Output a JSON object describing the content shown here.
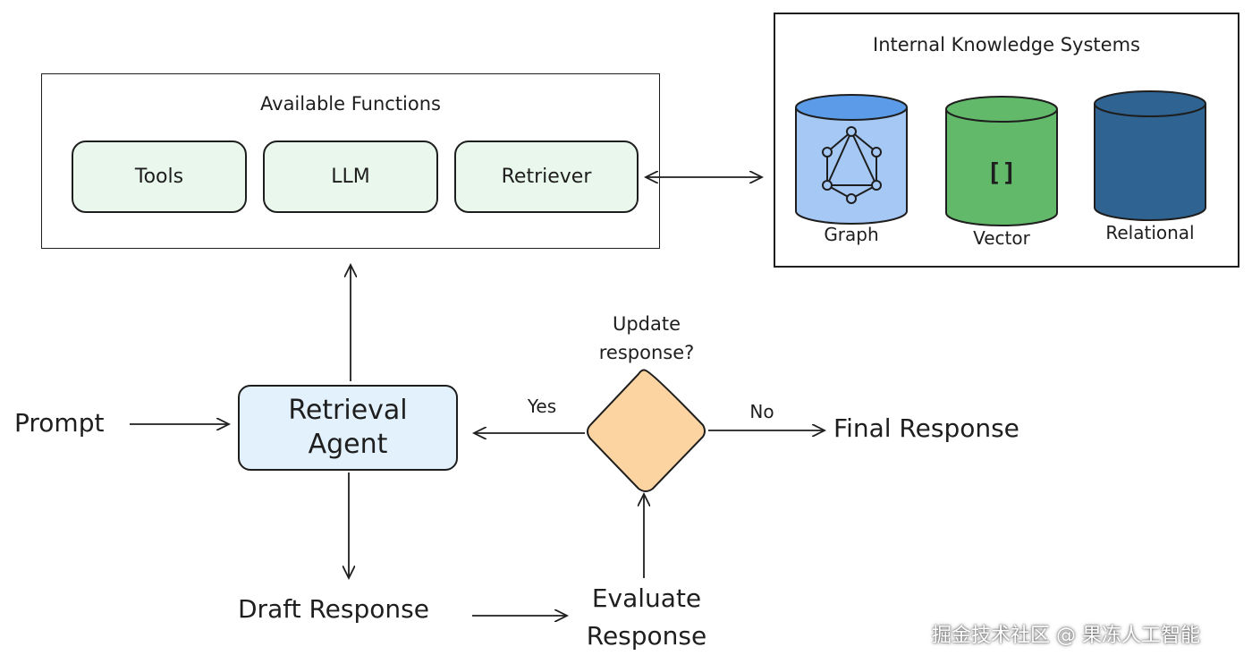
{
  "functions": {
    "title": "Available Functions",
    "items": [
      "Tools",
      "LLM",
      "Retriever"
    ]
  },
  "knowledge": {
    "title": "Internal Knowledge Systems",
    "stores": [
      {
        "label": "Graph",
        "icon": "graph-icon",
        "color": "#a5c8f5",
        "top_color": "#5b9be8"
      },
      {
        "label": "Vector",
        "icon": "brackets-icon",
        "color": "#62b96a",
        "top_color": "#62b96a"
      },
      {
        "label": "Relational",
        "icon": "none",
        "color": "#2f6391",
        "top_color": "#2f6391"
      }
    ],
    "vector_glyph": "[]"
  },
  "flow": {
    "prompt": "Prompt",
    "agent_line1": "Retrieval",
    "agent_line2": "Agent",
    "draft": "Draft Response",
    "evaluate_line1": "Evaluate",
    "evaluate_line2": "Response",
    "decision_line1": "Update",
    "decision_line2": "response?",
    "yes": "Yes",
    "no": "No",
    "final": "Final Response"
  },
  "colors": {
    "pill_fill": "#e9f7ec",
    "agent_fill": "#e3f1fc",
    "decision_fill": "#fcd4a2"
  },
  "watermark": "掘金技术社区 @ 果冻人工智能"
}
